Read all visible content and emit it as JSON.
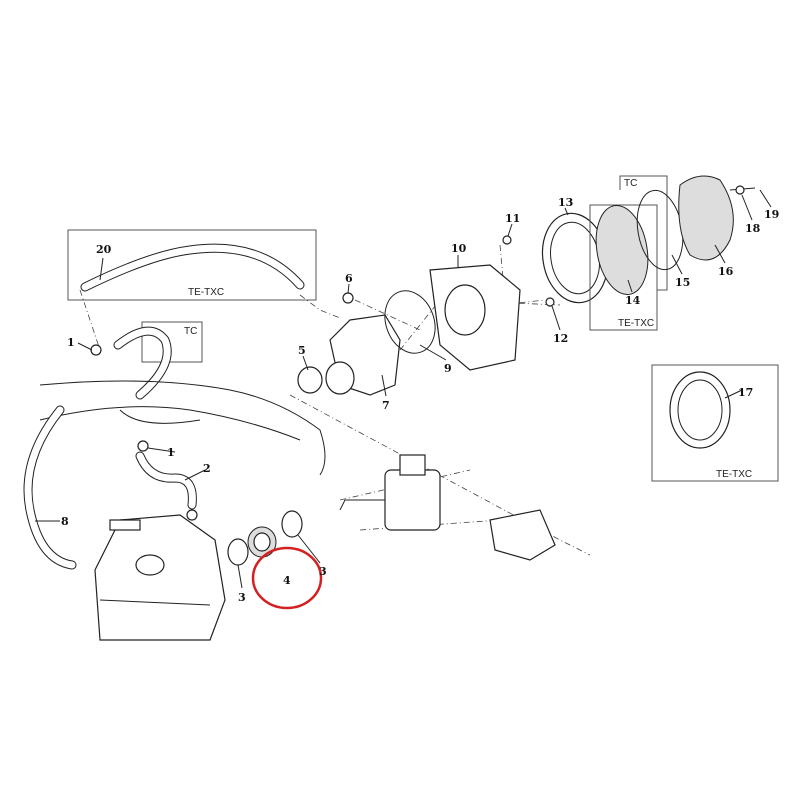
{
  "diagram": {
    "variants": {
      "te_txc": "TE-TXC",
      "tc": "TC"
    },
    "callouts": [
      {
        "id": "c20",
        "label": "20"
      },
      {
        "id": "c1a",
        "label": "1"
      },
      {
        "id": "c1b",
        "label": "1"
      },
      {
        "id": "c2",
        "label": "2"
      },
      {
        "id": "c8",
        "label": "8"
      },
      {
        "id": "c3a",
        "label": "3"
      },
      {
        "id": "c4",
        "label": "4"
      },
      {
        "id": "c3b",
        "label": "3"
      },
      {
        "id": "c5",
        "label": "5"
      },
      {
        "id": "c6",
        "label": "6"
      },
      {
        "id": "c7",
        "label": "7"
      },
      {
        "id": "c9",
        "label": "9"
      },
      {
        "id": "c10",
        "label": "10"
      },
      {
        "id": "c11",
        "label": "11"
      },
      {
        "id": "c12",
        "label": "12"
      },
      {
        "id": "c13",
        "label": "13"
      },
      {
        "id": "c14",
        "label": "14"
      },
      {
        "id": "c15",
        "label": "15"
      },
      {
        "id": "c16",
        "label": "16"
      },
      {
        "id": "c17",
        "label": "17"
      },
      {
        "id": "c18",
        "label": "18"
      },
      {
        "id": "c19",
        "label": "19"
      }
    ],
    "highlight_color": "#d42020"
  }
}
